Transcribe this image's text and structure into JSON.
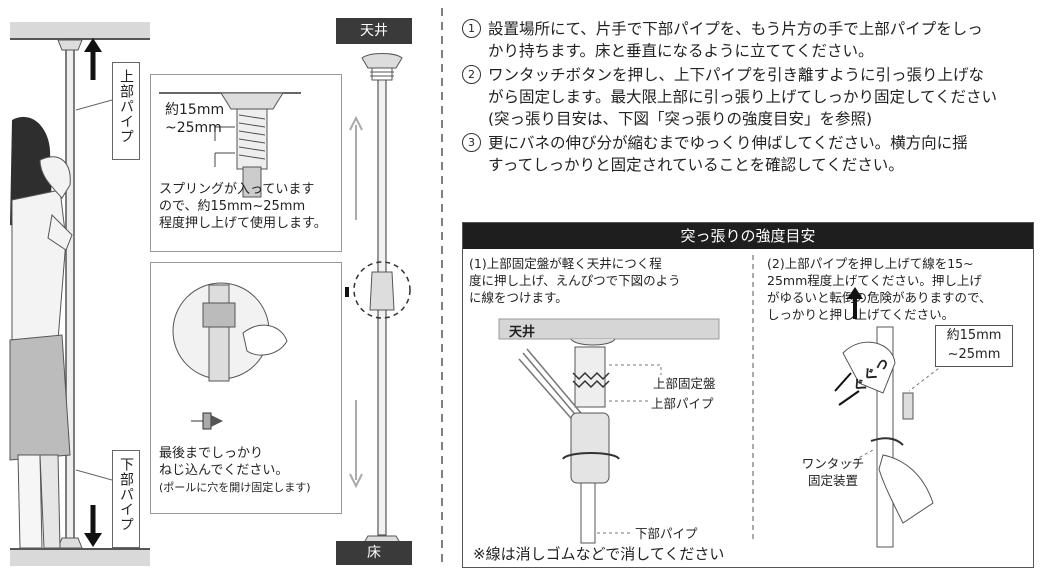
{
  "left": {
    "upper_pipe_label": "上部パイプ",
    "lower_pipe_label": "下部パイプ",
    "ceiling_tag": "天井",
    "floor_tag": "床",
    "spring_range_line1": "約15mm",
    "spring_range_line2": "~25mm",
    "spring_caption_lines": [
      "スプリングが入っています",
      "ので、約15mm~25mm",
      "程度押し上げて使用します。"
    ],
    "screw_caption_lines": [
      "最後までしっかり",
      "ねじ込んでください。"
    ],
    "screw_note": "(ポールに穴を開け固定します)"
  },
  "steps": [
    {
      "number": "1",
      "lines": [
        "設置場所にて、片手で下部パイプを、もう片方の手で上部パイプをしっ",
        "かり持ちます。床と垂直になるように立ててください。"
      ]
    },
    {
      "number": "2",
      "lines": [
        "ワンタッチボタンを押し、上下パイプを引き離すように引っ張り上げな",
        "がら固定します。最大限上部に引っ張り上げてしっかり固定してください",
        "(突っ張り目安は、下図「突っ張りの強度目安」を参照)"
      ]
    },
    {
      "number": "3",
      "lines": [
        "更にバネの伸び分が縮むまでゆっくり伸ばしてください。横方向に揺",
        "すってしっかりと固定されていることを確認してください。"
      ]
    }
  ],
  "guide": {
    "title": "突っ張りの強度目安",
    "sub1_lines": [
      "(1)上部固定盤が軽く天井につく程",
      "度に押し上げ、えんぴつで下図のよう",
      "に線をつけます。"
    ],
    "sub2_lines": [
      "(2)上部パイプを押し上げて線を15~",
      "25mm程度上げてください。押し上げ",
      "がゆるいと転倒の危険がありますので、",
      "しっかりと押し上げてください。"
    ],
    "ceiling_label": "天井",
    "upper_plate_label": "上部固定盤",
    "upper_pipe_label": "上部パイプ",
    "lower_pipe_label": "下部パイプ",
    "range_line1": "約15mm",
    "range_line2": "~25mm",
    "gugutto": "ぐぐっ",
    "onetouch_line1": "ワンタッチ",
    "onetouch_line2": "固定装置",
    "footer_note": "※線は消しゴムなどで消してください"
  }
}
